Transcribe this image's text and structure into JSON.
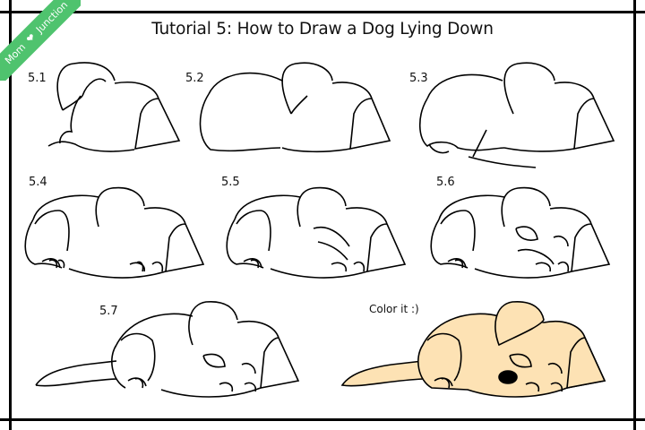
{
  "title": "Tutorial 5: How to Draw a Dog Lying Down",
  "watermark": {
    "text_left": "Mom",
    "text_right": "Junction",
    "icon": "heart-icon",
    "color": "#4fc36e"
  },
  "steps": [
    {
      "label": "5.1"
    },
    {
      "label": "5.2"
    },
    {
      "label": "5.3"
    },
    {
      "label": "5.4"
    },
    {
      "label": "5.5"
    },
    {
      "label": "5.6"
    },
    {
      "label": "5.7"
    }
  ],
  "final": {
    "label": "Color it :)",
    "fill_color": "#fde2b4",
    "nose_color": "#000000"
  },
  "colors": {
    "frame": "#000000",
    "line": "#000000",
    "background": "#ffffff"
  }
}
